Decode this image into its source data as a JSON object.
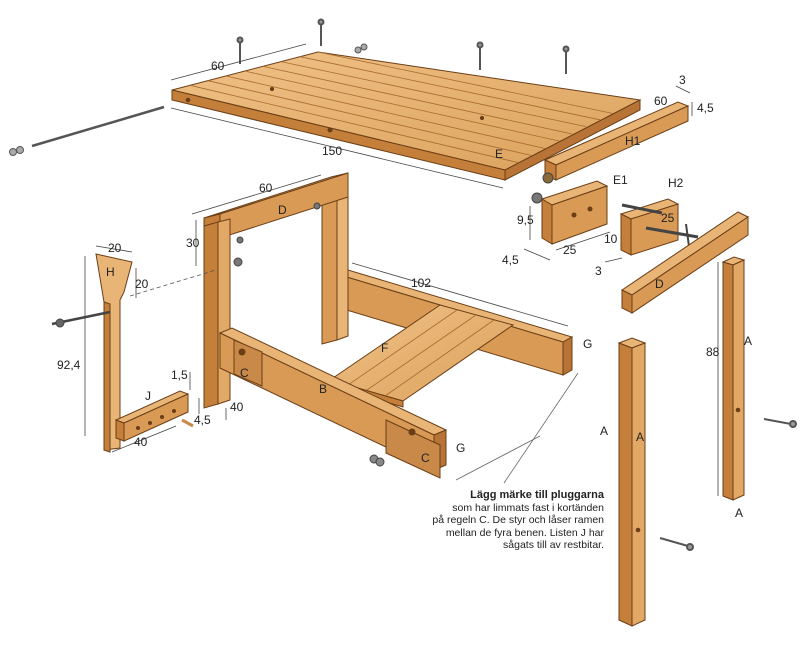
{
  "dimensions": {
    "top_width": "60",
    "top_length": "150",
    "h1_thick": "3",
    "h1_length": "60",
    "h1_height": "4,5",
    "e1_height": "9,5",
    "e1_thick": "4,5",
    "e1_length": "25",
    "h2_length": "25",
    "h2_width": "10",
    "h2_thick": "3",
    "frame_width": "60",
    "frame_height": "30",
    "stretcher_length": "102",
    "h_top_width": "20",
    "h_neck": "20",
    "h_height": "92,4",
    "j_thick": "1,5",
    "j_height": "4,5",
    "j_length": "40",
    "b_height": "40",
    "leg_height": "88"
  },
  "part_labels": {
    "E": "E",
    "H1": "H1",
    "E1": "E1",
    "H2": "H2",
    "D": "D",
    "H": "H",
    "J": "J",
    "C": "C",
    "B": "B",
    "F": "F",
    "G": "G",
    "A": "A"
  },
  "caption": {
    "title": "Lägg märke till pluggarna",
    "line1": "som har limmats fast i kortänden",
    "line2": "på regeln C. De styr och låser ramen",
    "line3": "mellan de fyra benen. Listen J har",
    "line4": "sågats till av restbitar."
  },
  "colors": {
    "wood_light": "#e9b577",
    "wood_mid": "#d89a55",
    "wood_dark": "#b87436",
    "outline": "#6b3e16",
    "metal": "#8a8a8a"
  }
}
